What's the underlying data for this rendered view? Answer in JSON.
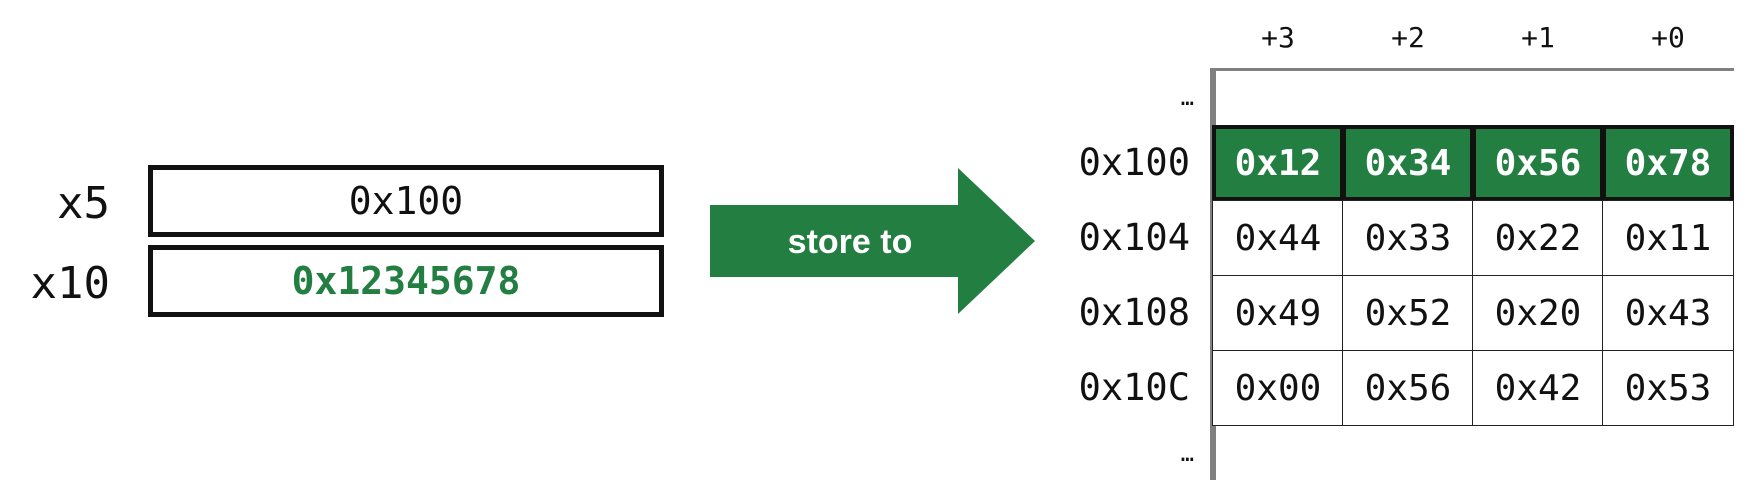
{
  "registers": [
    {
      "name": "x5",
      "value": "0x100"
    },
    {
      "name": "x10",
      "value": "0x12345678"
    }
  ],
  "arrow": {
    "label": "store to"
  },
  "memory": {
    "offsets": [
      "+3",
      "+2",
      "+1",
      "+0"
    ],
    "ellipsis_top": "…",
    "ellipsis_bottom": "…",
    "rows": [
      {
        "address": "0x100",
        "bytes": [
          "0x12",
          "0x34",
          "0x56",
          "0x78"
        ],
        "highlighted": true
      },
      {
        "address": "0x104",
        "bytes": [
          "0x44",
          "0x33",
          "0x22",
          "0x11"
        ],
        "highlighted": false
      },
      {
        "address": "0x108",
        "bytes": [
          "0x49",
          "0x52",
          "0x20",
          "0x43"
        ],
        "highlighted": false
      },
      {
        "address": "0x10C",
        "bytes": [
          "0x00",
          "0x56",
          "0x42",
          "0x53"
        ],
        "highlighted": false
      }
    ]
  },
  "colors": {
    "accent": "#237e41",
    "border": "#111111",
    "axis": "#808080"
  }
}
